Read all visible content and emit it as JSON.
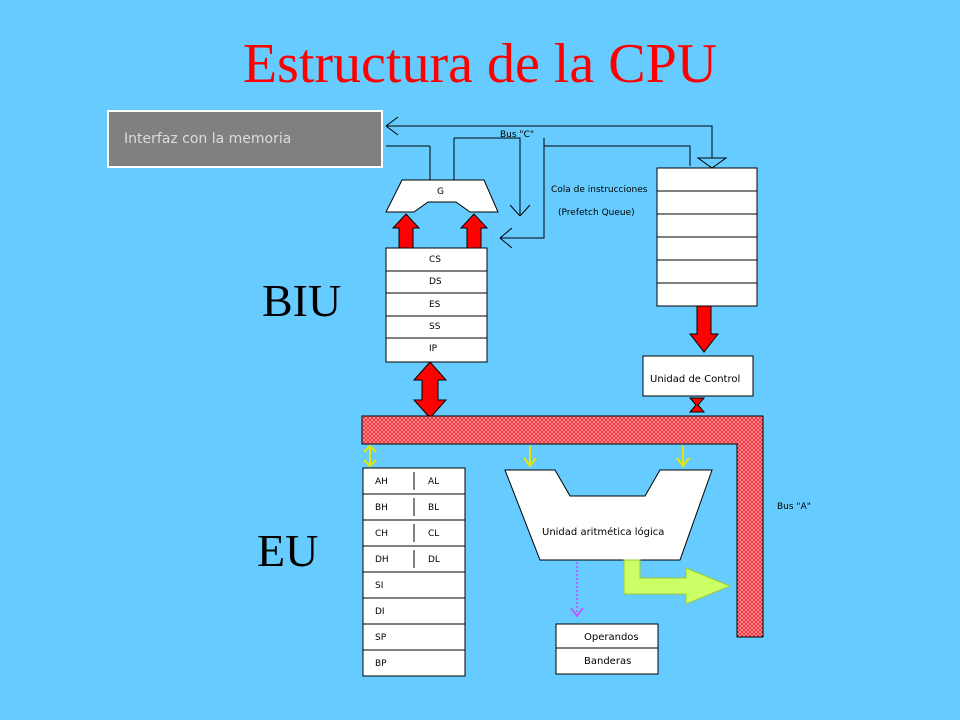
{
  "title": "Estructura de la CPU",
  "memory_interface": "Interfaz con la memoria",
  "bus_c": "Bus \"C\"",
  "bus_a": "Bus \"A\"",
  "g_label": "G",
  "queue_label_1": "Cola de instrucciones",
  "queue_label_2": "(Prefetch Queue)",
  "segment_registers": [
    "CS",
    "DS",
    "ES",
    "SS",
    "IP"
  ],
  "biu_label": "BIU",
  "eu_label": "EU",
  "control_unit": "Unidad de Control",
  "alu": "Unidad aritmética lógica",
  "general_registers": [
    {
      "high": "AH",
      "low": "AL"
    },
    {
      "high": "BH",
      "low": "BL"
    },
    {
      "high": "CH",
      "low": "CL"
    },
    {
      "high": "DH",
      "low": "DL"
    }
  ],
  "pointer_registers": [
    "SI",
    "DI",
    "SP",
    "BP"
  ],
  "operands": "Operandos",
  "flags": "Banderas",
  "colors": {
    "background": "#66ccff",
    "title": "#ff0000",
    "arrow_red": "#ff0000",
    "bus_fill": "#ee2233",
    "arrow_yellow": "#ffff33",
    "arrow_green": "#ccff66",
    "arrow_purple": "#cc44ff",
    "memory_box": "#808080"
  }
}
